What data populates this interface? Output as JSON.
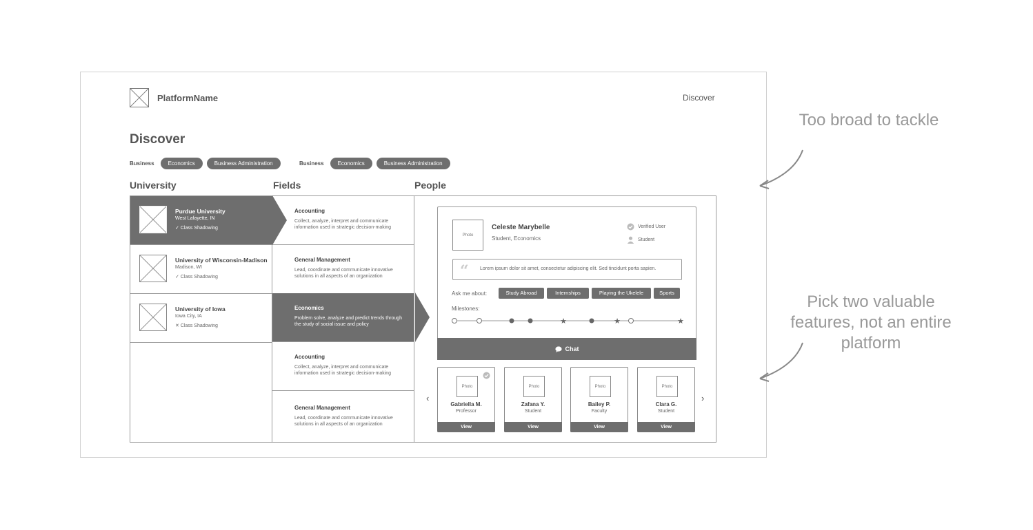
{
  "header": {
    "platform_name": "PlatformName",
    "nav_discover": "Discover"
  },
  "page_title": "Discover",
  "filters": [
    {
      "label": "Business",
      "chips": [
        "Economics",
        "Business Administration"
      ]
    },
    {
      "label": "Business",
      "chips": [
        "Economics",
        "Business Administration"
      ]
    }
  ],
  "columns": {
    "university": "University",
    "fields": "Fields",
    "people": "People"
  },
  "universities": [
    {
      "name": "Purdue University",
      "location": "West Lafayette, IN",
      "shadowing": "Class Shadowing",
      "shadow_mark": "✓"
    },
    {
      "name": "University of Wisconsin-Madison",
      "location": "Madison, WI",
      "shadowing": "Class Shadowing",
      "shadow_mark": "✓"
    },
    {
      "name": "University of Iowa",
      "location": "Iowa City, IA",
      "shadowing": "Class Shadowing",
      "shadow_mark": "✕"
    }
  ],
  "fields": [
    {
      "name": "Accounting",
      "desc": "Collect, analyze, interpret and communicate information used in strategic decision-making"
    },
    {
      "name": "General Management",
      "desc": "Lead, coordinate and communicate innovative solutions in all aspects of an organization"
    },
    {
      "name": "Economics",
      "desc": "Problem solve, analyze and predict trends through the study of social issue and policy"
    },
    {
      "name": "Accounting",
      "desc": "Collect, analyze, interpret and communicate information used in strategic decision-making"
    },
    {
      "name": "General Management",
      "desc": "Lead, coordinate and communicate innovative solutions in all aspects of an organization"
    }
  ],
  "profile": {
    "photo": "Photo",
    "name": "Celeste Marybelle",
    "role": "Student, Economics",
    "verified": "Verified User",
    "type": "Student",
    "quote": "Lorem ipsum dolor sit amet, consectetur adipiscing elit. Sed tincidunt porta sapien.",
    "ask_label": "Ask me about:",
    "tags": [
      "Study Abroad",
      "Internships",
      "Playing the Ukelele",
      "Sports"
    ],
    "milestones_label": "Milestones:",
    "chat": "Chat"
  },
  "people": [
    {
      "photo": "Photo",
      "name": "Gabriella M.",
      "role": "Professor",
      "view": "View"
    },
    {
      "photo": "Photo",
      "name": "Zafana Y.",
      "role": "Student",
      "view": "View"
    },
    {
      "photo": "Photo",
      "name": "Bailey P.",
      "role": "Faculty",
      "view": "View"
    },
    {
      "photo": "Photo",
      "name": "Clara G.",
      "role": "Student",
      "view": "View"
    }
  ],
  "carousel": {
    "prev": "‹",
    "next": "›"
  },
  "annotations": {
    "top": "Too broad to tackle",
    "bottom_1": "Pick two valuable",
    "bottom_2": "features, not an entire",
    "bottom_3": "platform"
  }
}
